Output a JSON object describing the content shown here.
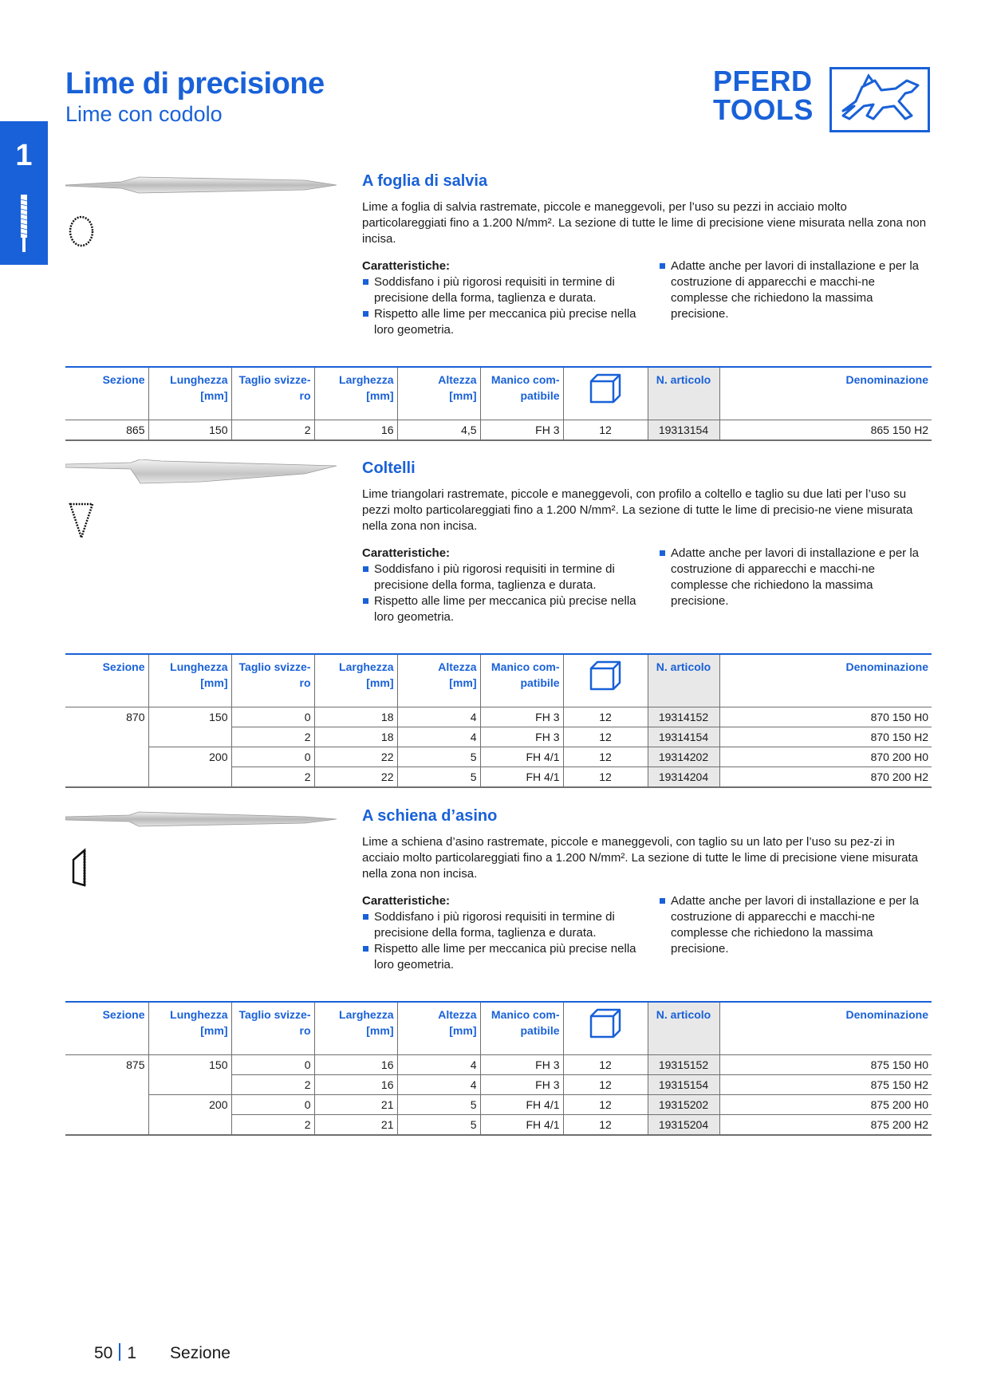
{
  "header": {
    "title": "Lime di precisione",
    "subtitle": "Lime con codolo",
    "logo_line1": "PFERD",
    "logo_line2": "TOOLS"
  },
  "chapter": {
    "number": "1"
  },
  "colors": {
    "brand_blue": "#1961d8",
    "article_bg": "#e8e8e8"
  },
  "columns": {
    "sezione": "Sezione",
    "lunghezza": [
      "Lunghezza",
      "[mm]"
    ],
    "taglio": [
      "Taglio svizze-",
      "ro"
    ],
    "larghezza": [
      "Larghezza",
      "[mm]"
    ],
    "altezza": [
      "Altezza",
      "[mm]"
    ],
    "manico": [
      "Manico com-",
      "patibile"
    ],
    "pack_icon": "package-icon",
    "articolo": "N. articolo",
    "denominazione": "Denominazione"
  },
  "features": {
    "heading": "Caratteristiche:",
    "left": [
      "Soddisfano i più rigorosi requisiti in termine di precisione della forma, taglienza e durata.",
      "Rispetto alle lime per meccanica più precise nella loro geometria."
    ],
    "right": [
      "Adatte anche per lavori di installazione e per la costruzione di apparecchi e macchi-ne complesse che richiedono la massima precisione."
    ]
  },
  "sections": [
    {
      "title": "A foglia di salvia",
      "description": "Lime a foglia di salvia rastremate, piccole e maneggevoli, per l’uso su pezzi in acciaio molto particolareggiati fino a 1.200 N/mm². La sezione di tutte le lime di precisione viene misurata nella zona non incisa.",
      "rows": [
        [
          "865",
          "150",
          "2",
          "16",
          "4,5",
          "FH 3",
          "12",
          "19313154",
          "865 150 H2"
        ]
      ]
    },
    {
      "title": "Coltelli",
      "description": "Lime triangolari rastremate, piccole e maneggevoli, con profilo a coltello e taglio su due lati per l’uso su pezzi molto particolareggiati fino a 1.200 N/mm². La sezione di tutte le lime di precisio-ne viene misurata nella zona non incisa.",
      "rows": [
        [
          "870",
          "150",
          "0",
          "18",
          "4",
          "FH 3",
          "12",
          "19314152",
          "870 150 H0"
        ],
        [
          "",
          "",
          "2",
          "18",
          "4",
          "FH 3",
          "12",
          "19314154",
          "870 150 H2"
        ],
        [
          "",
          "200",
          "0",
          "22",
          "5",
          "FH 4/1",
          "12",
          "19314202",
          "870 200 H0"
        ],
        [
          "",
          "",
          "2",
          "22",
          "5",
          "FH 4/1",
          "12",
          "19314204",
          "870 200 H2"
        ]
      ]
    },
    {
      "title": "A schiena d’asino",
      "description": "Lime a schiena d’asino rastremate, piccole e maneggevoli, con taglio su un lato per l’uso su pez-zi in acciaio molto particolareggiati fino a 1.200 N/mm². La sezione di tutte le lime di precisione viene misurata nella zona non incisa.",
      "rows": [
        [
          "875",
          "150",
          "0",
          "16",
          "4",
          "FH 3",
          "12",
          "19315152",
          "875 150 H0"
        ],
        [
          "",
          "",
          "2",
          "16",
          "4",
          "FH 3",
          "12",
          "19315154",
          "875 150 H2"
        ],
        [
          "",
          "200",
          "0",
          "21",
          "5",
          "FH 4/1",
          "12",
          "19315202",
          "875 200 H0"
        ],
        [
          "",
          "",
          "2",
          "21",
          "5",
          "FH 4/1",
          "12",
          "19315204",
          "875 200 H2"
        ]
      ]
    }
  ],
  "footer": {
    "page": "50",
    "chapter": "1",
    "label": "Sezione"
  }
}
